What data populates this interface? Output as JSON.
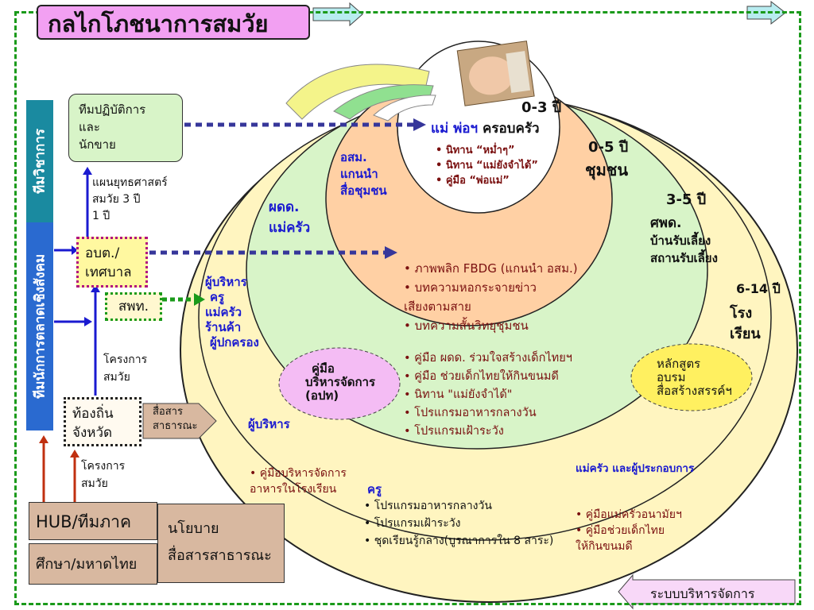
{
  "title": "กลไกโภชนาการสมวัย",
  "vbars": {
    "academic": "ทีมวิชาการ",
    "social": "ทีมนักการตลาดเชิงสังคม"
  },
  "boxes": {
    "ops_team": [
      "ทีมปฏิบัติการ",
      "และ",
      "นักขาย"
    ],
    "strategy": [
      "แผนยุทธศาสตร์",
      "สมวัย 3 ปี",
      "1 ปี"
    ],
    "local_gov": [
      "อบต./",
      "เทศบาล"
    ],
    "sphc": "สพท.",
    "project1": [
      "โครงการ",
      "สมวัย"
    ],
    "province": [
      "ท้องถิ่น",
      "จังหวัด"
    ],
    "mass_comm_small": [
      "สื่อสาร",
      "สาธารณะ"
    ],
    "project2": [
      "โครงการ",
      "สมวัย"
    ],
    "hub": "HUB/ทีมภาค",
    "university": "ศึกษา/มหาดไทย",
    "policy": [
      "นโยบาย",
      "สื่อสารสาธารณะ"
    ],
    "management": "ระบบบริหารจัดการ"
  },
  "ages": {
    "a0_3": "0-3 ปี",
    "family": "แม่ พ่อฯ",
    "family2": "ครอบครัว",
    "a0_5": "0-5 ปี",
    "community": "ชุมชน",
    "a3_5": "3-5 ปี",
    "center": "ศพด.",
    "nursery": [
      "บ้านรับเลี้ยง",
      "สถานรับเลี้ยง"
    ],
    "a6_14": "6-14 ปี",
    "school": [
      "โรง",
      "เรียน"
    ]
  },
  "inner_list": [
    "• นิทาน “หม่ำๆ”",
    "• นิทาน “แม่ยังจำได้”",
    "• คู่มือ “พ่อแม่”"
  ],
  "volunteer": [
    "อสม.",
    "แกนนำ",
    "สื่อชุมชน"
  ],
  "orange_list": [
    "• ภาพพลิก FBDG (แกนนำ อสม.)",
    "• บทความหอกระจายข่าว",
    "   เสียงตามสาย",
    "• บทความสั้นวิทยุชุมชน"
  ],
  "caregiver": [
    "ผดด.",
    "แม่ครัว"
  ],
  "stakeholders": [
    "ผู้บริหาร",
    "ครู",
    "แม่ครัว",
    "ร้านค้า",
    "ผู้ปกครอง"
  ],
  "green_list": [
    "• คู่มือ ผดด. ร่วมใจสร้างเด็กไทยฯ",
    "• คู่มือ ช่วยเด็กไทยให้กินขนมดี",
    "• นิทาน \"แม่ยังจำได้\"",
    "• โปรแกรมอาหารกลางวัน",
    "• โปรแกรมเฝ้าระวัง"
  ],
  "pink_oval": [
    "คู่มือ",
    "บริหารจัดการ",
    "(อปท)"
  ],
  "yellow_oval": [
    "หลักสูตร",
    "อบรม",
    "สื่อสร้างสรรค์ฯ"
  ],
  "admin": "ผู้บริหาร",
  "admin_list": [
    "• คู่มือบริหารจัดการ",
    "   อาหารในโรงเรียน"
  ],
  "cook": "แม่ครัว และผู้ประกอบการ",
  "cook_list": [
    "• คู่มือแม่ครัวอนามัยฯ",
    "• คู่มือช่วยเด็กไทย",
    "   ให้กินขนมดี"
  ],
  "teacher": "ครู",
  "teacher_list": [
    "• โปรแกรมอาหารกลางวัน",
    "• โปรแกรมเฝ้าระวัง",
    "• ชุดเรียนรู้กลาง(บูรณาการใน 8 สาระ)"
  ],
  "colors": {
    "frame": "#1a9a1a",
    "title_bg": "#f2a0f2",
    "vbar_teal": "#1a8aa0",
    "vbar_blue": "#2a6ad0",
    "outer": "#fff5c0",
    "green": "#d8f4c8",
    "orange": "#ffd0a4",
    "arrow": "#36369a"
  },
  "icons": [
    "baby-photo",
    "right-arrow",
    "left-arrow"
  ]
}
